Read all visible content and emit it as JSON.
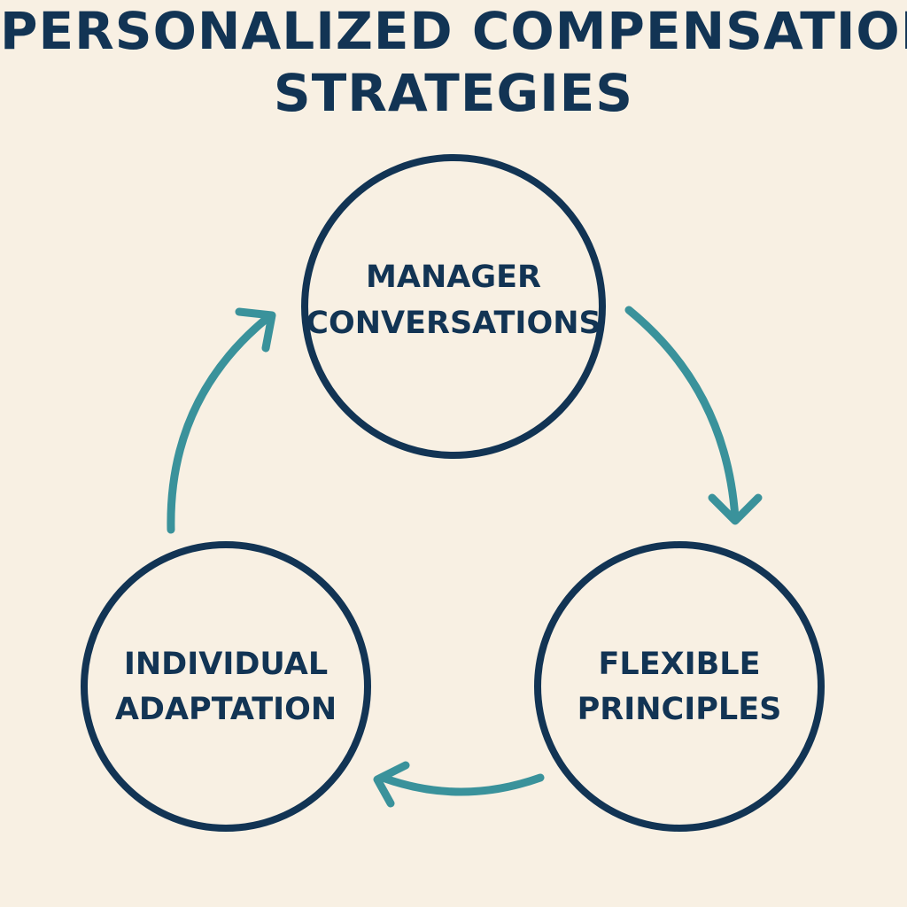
{
  "title": {
    "line1": "PERSONALIZED COMPENSATION",
    "line2": "STRATEGIES"
  },
  "cycle": {
    "nodes": [
      {
        "id": "manager-conversations",
        "line1": "MANAGER",
        "line2": "CONVERSATIONS"
      },
      {
        "id": "flexible-principles",
        "line1": "FLEXIBLE",
        "line2": "PRINCIPLES"
      },
      {
        "id": "individual-adaptation",
        "line1": "INDIVIDUAL",
        "line2": "ADAPTATION"
      }
    ],
    "arrows": [
      {
        "from": "manager-conversations",
        "to": "flexible-principles"
      },
      {
        "from": "flexible-principles",
        "to": "individual-adaptation"
      },
      {
        "from": "individual-adaptation",
        "to": "manager-conversations"
      }
    ]
  },
  "colors": {
    "background": "#f8f0e3",
    "circle_stroke": "#123454",
    "text": "#123454",
    "arrow": "#3a929b"
  }
}
